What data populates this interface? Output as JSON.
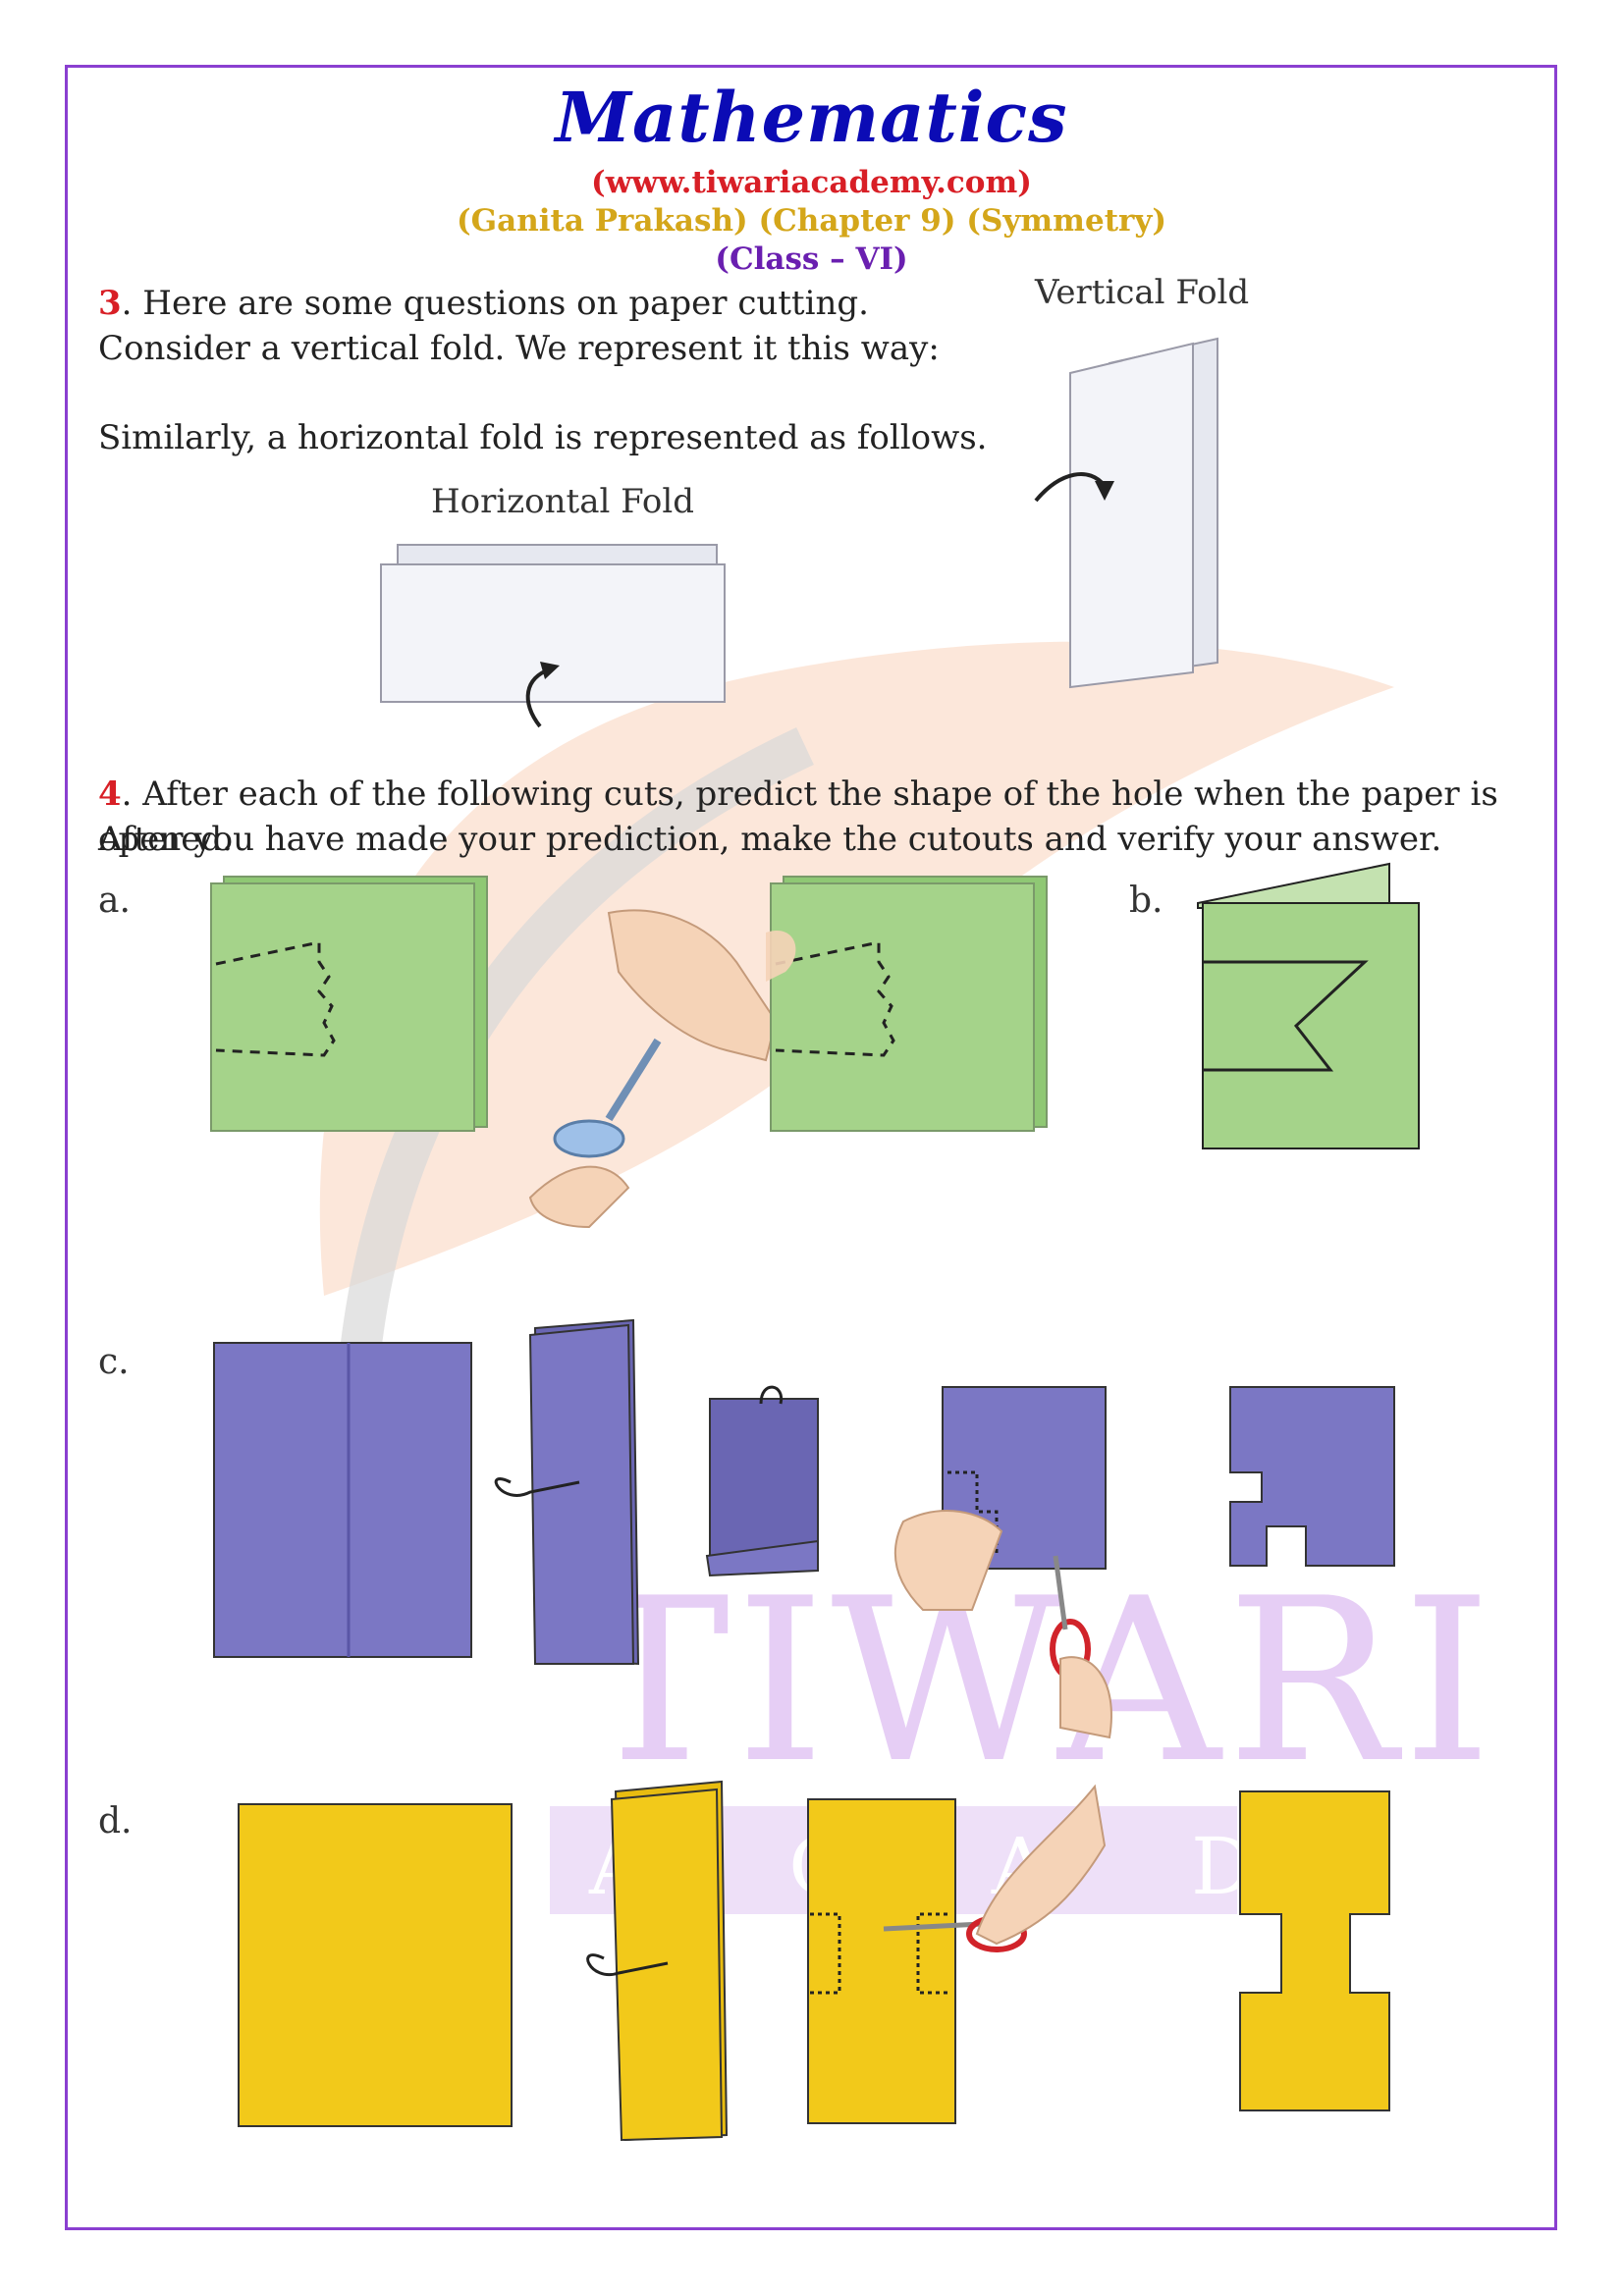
{
  "header": {
    "title": "Mathematics",
    "website": "(www.tiwariacademy.com)",
    "book_chapter": "(Ganita Prakash) (Chapter 9) (Symmetry)",
    "class_label": "(Class – VI)"
  },
  "watermark": {
    "line1": "TIWARI",
    "line2": "A C A D E M Y"
  },
  "question3": {
    "number": "3",
    "line1": ". Here are some questions on paper cutting.",
    "line2": "Consider a vertical fold. We represent it this way:",
    "line3": "Similarly, a horizontal fold is represented as follows.",
    "vertical_fold_label": "Vertical Fold",
    "horizontal_fold_label": "Horizontal Fold"
  },
  "question4": {
    "number": "4",
    "line1": ". After each of the following cuts, predict the shape of the hole when the paper is opened.",
    "line2": "After you have made your prediction, make the cutouts and verify your answer.",
    "parts": {
      "a": "a.",
      "b": "b.",
      "c": "c.",
      "d": "d."
    }
  },
  "colors": {
    "frame": "#8a3fd0",
    "title": "#0b0bb5",
    "website": "#d81f26",
    "book_chapter": "#d4a61a",
    "class_label": "#6a1fb0",
    "question_number": "#d81f26",
    "green_paper": "#a5d38a",
    "purple_paper": "#7b77c4",
    "yellow_paper": "#f2c91a"
  }
}
